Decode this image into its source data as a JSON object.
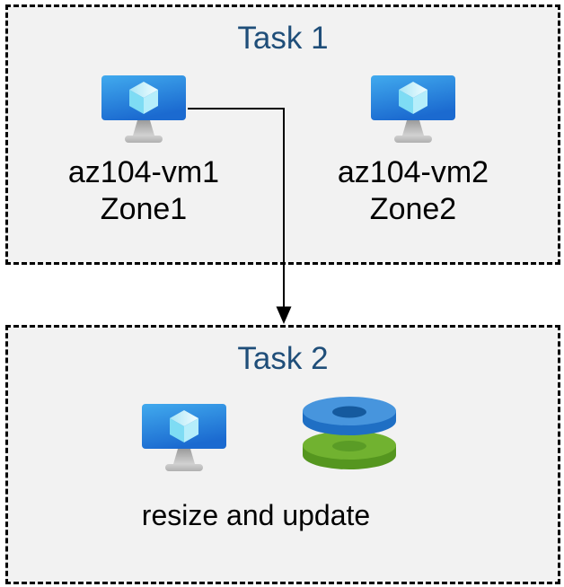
{
  "diagram": {
    "task1": {
      "title": "Task 1",
      "vms": [
        {
          "name": "az104-vm1",
          "zone": "Zone1"
        },
        {
          "name": "az104-vm2",
          "zone": "Zone2"
        }
      ]
    },
    "task2": {
      "title": "Task 2",
      "caption": "resize and update"
    },
    "connector": {
      "type": "elbow-arrow",
      "from": "az104-vm1",
      "to": "Task 2"
    }
  },
  "icons": {
    "vm": "virtual-machine-icon",
    "disks": "managed-disks-icon"
  },
  "colors": {
    "page_background": "#ffffff",
    "box_fill": "#f2f2f2",
    "box_border": "#000000",
    "title_text": "#1f4e79",
    "label_text": "#000000",
    "arrow": "#000000",
    "vm_screen_top": "#41aaee",
    "vm_screen_bottom": "#1b6ad0",
    "vm_cube_top_light": "#f2fdff",
    "vm_cube_top_dark": "#a9e6f6",
    "vm_cube_left": "#7edcf4",
    "vm_cube_right": "#b5eefb",
    "vm_stand_dark": "#9b9b9b",
    "vm_stand_light": "#d2d2d2",
    "vm_base_light": "#d0d0d0",
    "vm_base_dark": "#b0b0b0",
    "disk_blue_top": "#4795dd",
    "disk_blue_side": "#1f6fc4",
    "disk_blue_hole": "#155a9e",
    "disk_green_top": "#71b230",
    "disk_green_side": "#55961f",
    "disk_green_hole": "#5a9c26"
  }
}
